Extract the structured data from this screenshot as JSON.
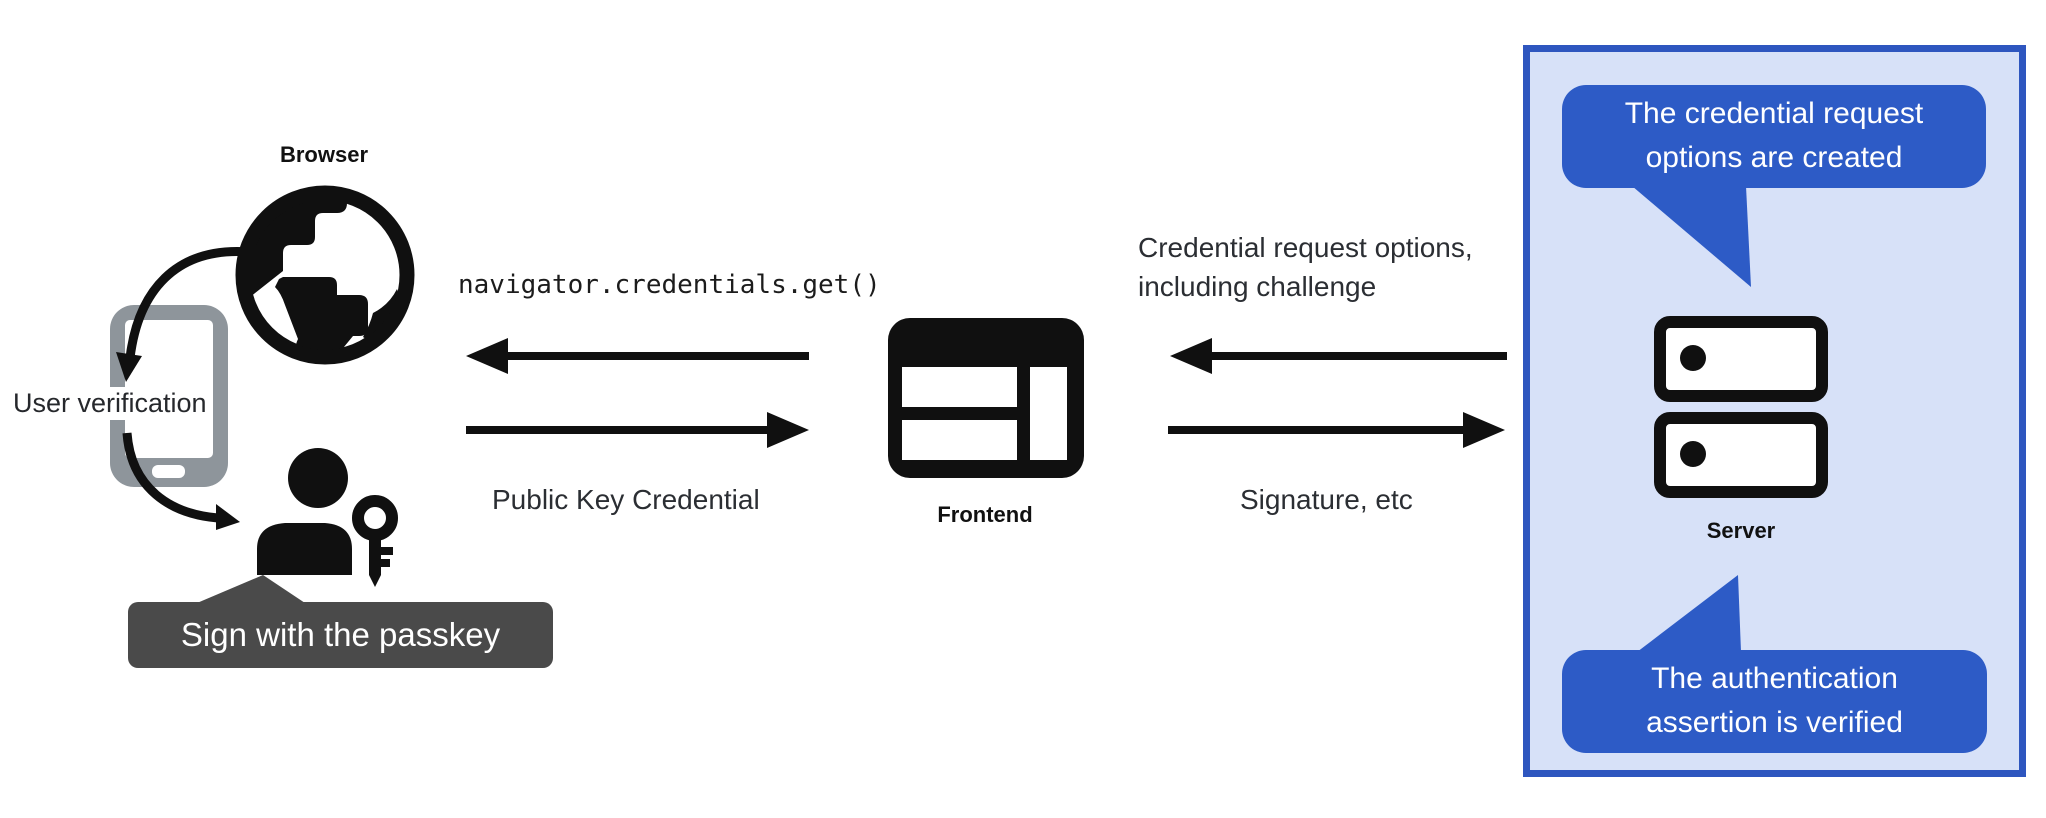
{
  "labels": {
    "browser": "Browser",
    "frontend": "Frontend",
    "server": "Server",
    "user_verification": "User verification",
    "sign_with_passkey": "Sign with the passkey",
    "code_call": "navigator.credentials.get()",
    "public_key_credential": "Public Key Credential",
    "credential_request_line1": "Credential request options,",
    "credential_request_line2": "including challenge",
    "signature": "Signature, etc"
  },
  "server_callouts": {
    "top": {
      "line1": "The credential request",
      "line2": "options are created"
    },
    "bottom": {
      "line1": "The authentication",
      "line2": "assertion is verified"
    }
  },
  "icons": {
    "browser": "globe-icon",
    "verification_device": "phone-icon",
    "user": "person-icon",
    "passkey": "key-icon",
    "frontend": "browser-window-icon",
    "server": "server-rack-icon",
    "flow": "arrow-icons"
  },
  "colors": {
    "callout_blue": "#2d5bc6",
    "server_box_border": "#2e56bf",
    "server_box_fill": "#d7e1f8",
    "sign_box_gray": "#4a4a4a",
    "phone_gray": "#8e959b",
    "icon_black": "#101010",
    "text_black": "#202124"
  }
}
